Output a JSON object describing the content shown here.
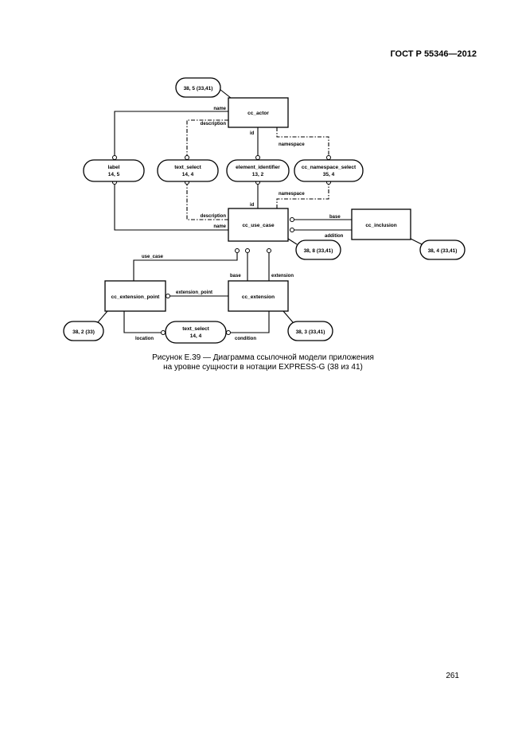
{
  "header": {
    "standard": "ГОСТ Р 55346—2012"
  },
  "diagram": {
    "entities": {
      "cc_actor": "cc_actor",
      "cc_use_case": "cc_use_case",
      "cc_inclusion": "cc_inclusion",
      "cc_extension_point": "cc_extension_point",
      "cc_extension": "cc_extension"
    },
    "types": {
      "label": {
        "name": "label",
        "ref": "14, 5"
      },
      "text_select_1": {
        "name": "text_select",
        "ref": "14, 4"
      },
      "element_identifier": {
        "name": "element_identifier",
        "ref": "13, 2"
      },
      "cc_namespace_select": {
        "name": "cc_namespace_select",
        "ref": "35, 4"
      },
      "text_select_2": {
        "name": "text_select",
        "ref": "14, 4"
      }
    },
    "page_refs": {
      "actor_ref": "38, 5 (33,41)",
      "use_case_ref": "38, 8 (33,41)",
      "inclusion_ref": "38, 4 (33,41)",
      "extension_point_ref": "38, 2 (33)",
      "extension_ref": "38, 3 (33,41)"
    },
    "attributes": {
      "actor_name": "name",
      "actor_description": "description",
      "actor_id": "id",
      "actor_namespace": "namespace",
      "uc_id": "id",
      "uc_namespace": "namespace",
      "uc_description": "description",
      "uc_name": "name",
      "inc_base": "base",
      "inc_addition": "addition",
      "use_case": "use_case",
      "ext_base": "base",
      "ext_extension": "extension",
      "extension_point": "extension_point",
      "location": "location",
      "condition": "condition"
    }
  },
  "caption": {
    "line1": "Рисунок Е.39 — Диаграмма ссылочной модели приложения",
    "line2": "на уровне сущности в нотации EXPRESS-G (38 из 41)"
  },
  "footer": {
    "page_number": "261"
  }
}
